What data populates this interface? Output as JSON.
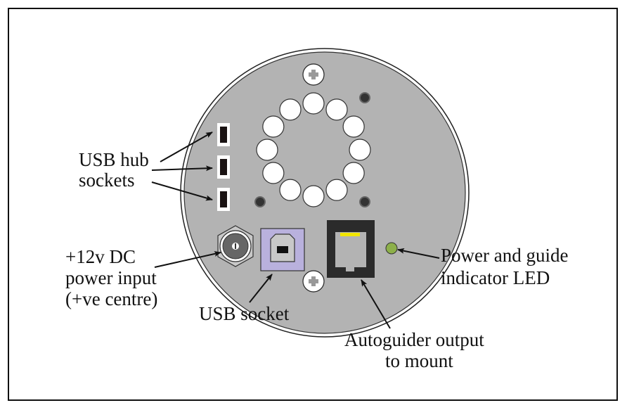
{
  "labels": {
    "usb_hub_line1": "USB hub",
    "usb_hub_line2": "sockets",
    "dc_line1": "+12v DC",
    "dc_line2": "power input",
    "dc_line3": "(+ve centre)",
    "usb_socket": "USB socket",
    "autoguider_line1": "Autoguider output",
    "autoguider_line2": "to mount",
    "led_line1": "Power and guide",
    "led_line2": "indicator LED"
  },
  "colors": {
    "panel": "#b3b3b3",
    "usb_b_surround": "#b9b1dd",
    "rj_body": "#2b2b2b",
    "rj_pins": "#f2e600",
    "led": "#8db04a"
  }
}
